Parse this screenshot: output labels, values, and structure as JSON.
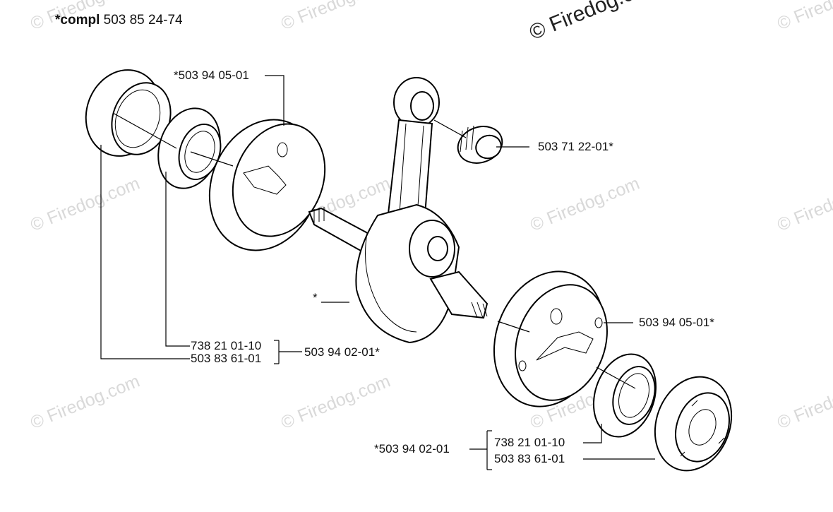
{
  "title": {
    "prefix": "*compl",
    "number": "503 85 24-74"
  },
  "copyright": "© Firedog.com",
  "watermark": "© Firedog.com",
  "labels": {
    "flywheel_top": "*503 94 05-01",
    "needle_bearing": "503 71 22-01*",
    "crank_asterisk": "*",
    "bearing_left_a": "738 21 01-10",
    "bearing_left_b": "503 83 61-01",
    "kit_left": "503 94 02-01*",
    "flywheel_right": "503 94 05-01*",
    "kit_bottom": "*503 94 02-01",
    "bearing_bottom_a": "738 21 01-10",
    "bearing_bottom_b": "503 83 61-01"
  }
}
